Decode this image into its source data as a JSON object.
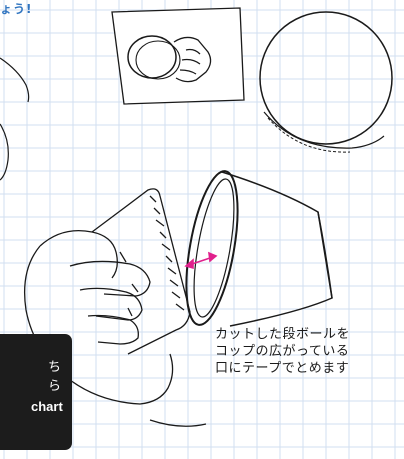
{
  "top_text": "ょう!",
  "caption_lines": [
    "カットした段ボールを",
    "コップの広がっている",
    "口にテープでとめます"
  ],
  "side_panel": {
    "line1": "ちら",
    "line2": "chart"
  },
  "colors": {
    "grid": "#d2dff0",
    "ink": "#1a1a1a",
    "accent_text": "#2f74c0",
    "arrow": "#e0208c",
    "panel_bg": "#1c1c1c"
  }
}
